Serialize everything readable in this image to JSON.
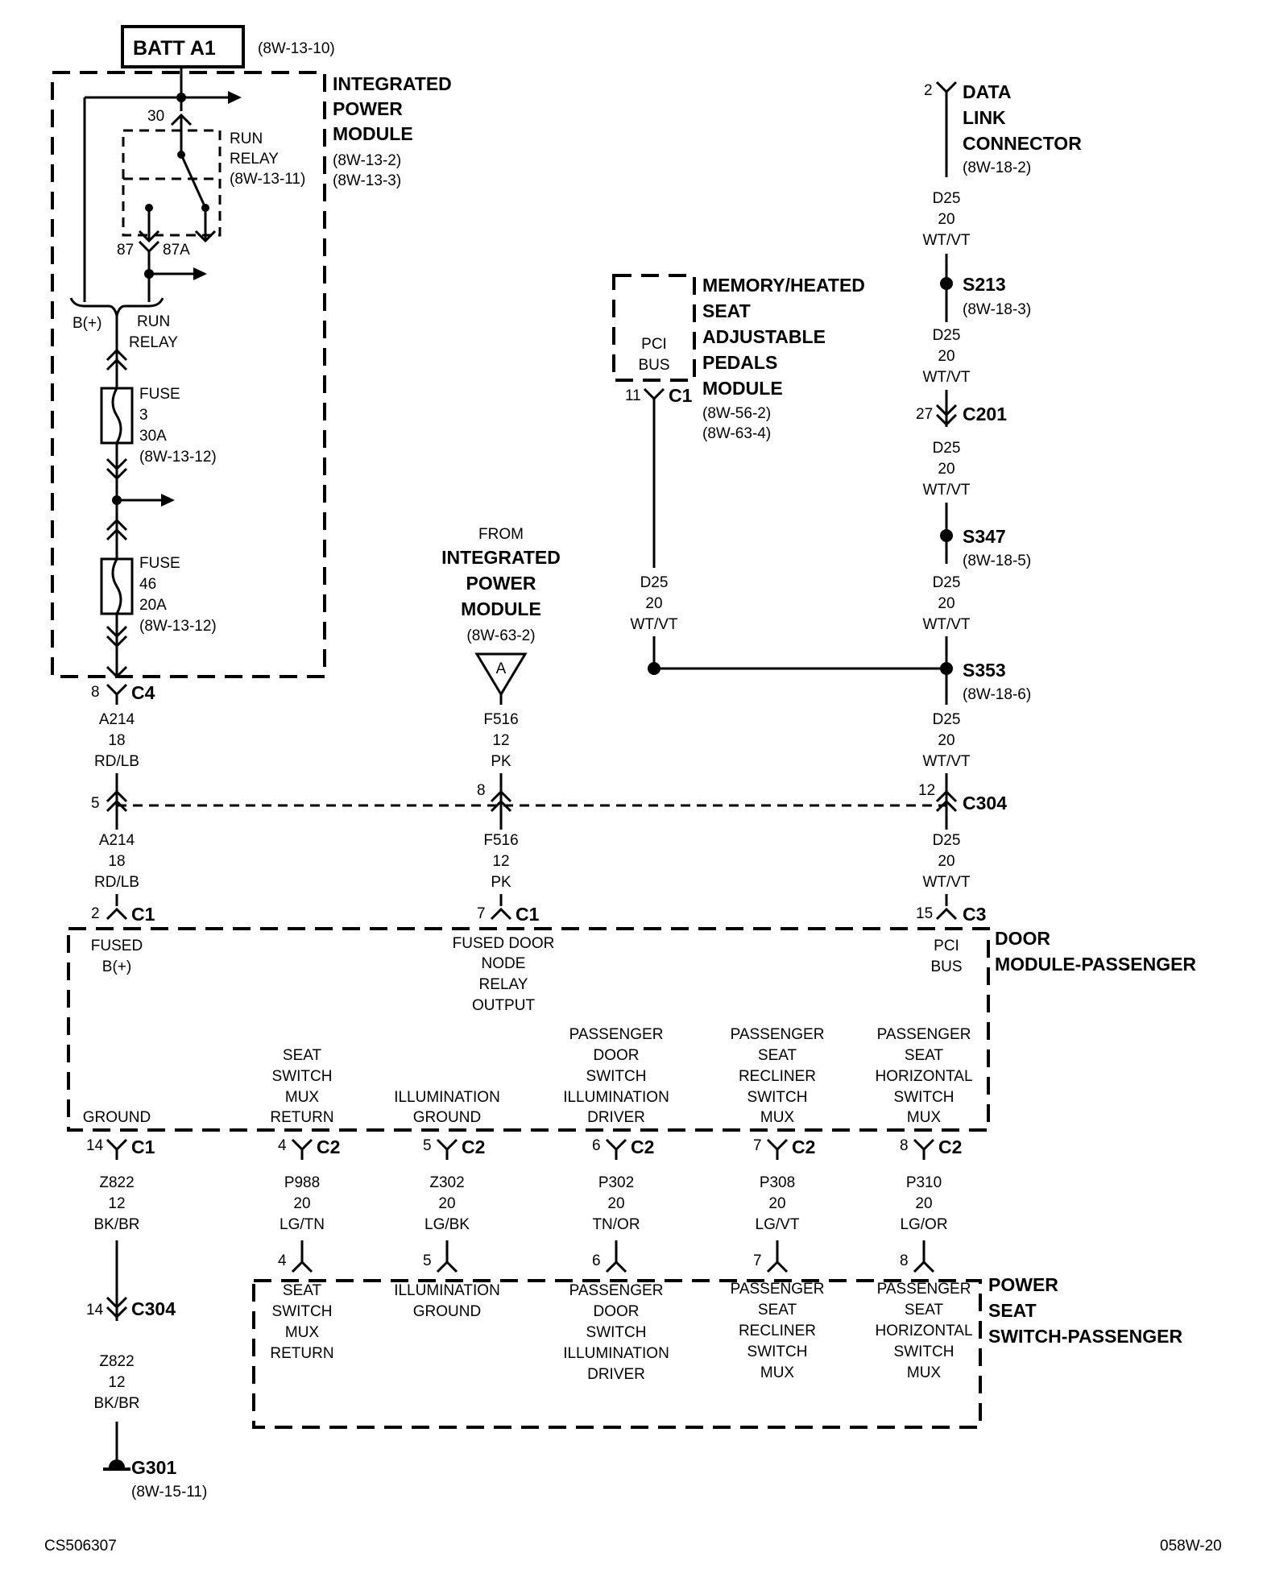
{
  "batt": {
    "name": "BATT A1",
    "ref": "(8W-13-10)"
  },
  "ipm": {
    "l1": "INTEGRATED",
    "l2": "POWER",
    "l3": "MODULE",
    "ref1": "(8W-13-2)",
    "ref2": "(8W-13-3)"
  },
  "run_relay": {
    "pin30": "30",
    "l1": "RUN",
    "l2": "RELAY",
    "ref": "(8W-13-11)",
    "pin87": "87",
    "pin87a": "87A"
  },
  "bplus": {
    "label": "B(+)",
    "l1": "RUN",
    "l2": "RELAY"
  },
  "fuse3": {
    "l1": "FUSE",
    "num": "3",
    "amp": "30A",
    "ref": "(8W-13-12)"
  },
  "fuse46": {
    "l1": "FUSE",
    "num": "46",
    "amp": "20A",
    "ref": "(8W-13-12)"
  },
  "c4": {
    "pin": "8",
    "name": "C4"
  },
  "wire_a214": {
    "code": "A214",
    "gauge": "18",
    "color": "RD/LB"
  },
  "from_ipm": {
    "from": "FROM",
    "l1": "INTEGRATED",
    "l2": "POWER",
    "l3": "MODULE",
    "ref": "(8W-63-2)",
    "tri": "A"
  },
  "wire_f516": {
    "code": "F516",
    "gauge": "12",
    "color": "PK"
  },
  "dlc": {
    "pin": "2",
    "l1": "DATA",
    "l2": "LINK",
    "l3": "CONNECTOR",
    "ref": "(8W-18-2)"
  },
  "wire_d25": {
    "code": "D25",
    "gauge": "20",
    "color": "WT/VT"
  },
  "s213": {
    "name": "S213",
    "ref": "(8W-18-3)"
  },
  "c201": {
    "pin": "27",
    "name": "C201"
  },
  "s347": {
    "name": "S347",
    "ref": "(8W-18-5)"
  },
  "s353": {
    "name": "S353",
    "ref": "(8W-18-6)"
  },
  "memseat": {
    "l1": "MEMORY/HEATED",
    "l2": "SEAT",
    "l3": "ADJUSTABLE",
    "l4": "PEDALS",
    "l5": "MODULE",
    "ref1": "(8W-56-2)",
    "ref2": "(8W-63-4)",
    "pci1": "PCI",
    "pci2": "BUS",
    "pin": "11",
    "conn": "C1"
  },
  "c304": {
    "pin5": "5",
    "pin8": "8",
    "pin12": "12",
    "pin14": "14",
    "name": "C304"
  },
  "door_module": {
    "l1": "DOOR",
    "l2": "MODULE-PASSENGER",
    "c1a": {
      "pin": "2",
      "conn": "C1",
      "l1": "FUSED",
      "l2": "B(+)"
    },
    "c1b": {
      "pin": "7",
      "conn": "C1",
      "l1": "FUSED DOOR",
      "l2": "NODE",
      "l3": "RELAY",
      "l4": "OUTPUT"
    },
    "c3": {
      "pin": "15",
      "conn": "C3",
      "l1": "PCI",
      "l2": "BUS"
    },
    "ground": {
      "label": "GROUND",
      "pin": "14",
      "conn": "C1"
    },
    "p4": {
      "pin": "4",
      "conn": "C2",
      "l1": "SEAT",
      "l2": "SWITCH",
      "l3": "MUX",
      "l4": "RETURN"
    },
    "p5": {
      "pin": "5",
      "conn": "C2",
      "l1": "ILLUMINATION",
      "l2": "GROUND"
    },
    "p6": {
      "pin": "6",
      "conn": "C2",
      "l1": "PASSENGER",
      "l2": "DOOR",
      "l3": "SWITCH",
      "l4": "ILLUMINATION",
      "l5": "DRIVER"
    },
    "p7": {
      "pin": "7",
      "conn": "C2",
      "l1": "PASSENGER",
      "l2": "SEAT",
      "l3": "RECLINER",
      "l4": "SWITCH",
      "l5": "MUX"
    },
    "p8": {
      "pin": "8",
      "conn": "C2",
      "l1": "PASSENGER",
      "l2": "SEAT",
      "l3": "HORIZONTAL",
      "l4": "SWITCH",
      "l5": "MUX"
    }
  },
  "wires_bottom": {
    "z822": {
      "code": "Z822",
      "gauge": "12",
      "color": "BK/BR"
    },
    "p988": {
      "code": "P988",
      "gauge": "20",
      "color": "LG/TN"
    },
    "z302": {
      "code": "Z302",
      "gauge": "20",
      "color": "LG/BK"
    },
    "p302": {
      "code": "P302",
      "gauge": "20",
      "color": "TN/OR"
    },
    "p308": {
      "code": "P308",
      "gauge": "20",
      "color": "LG/VT"
    },
    "p310": {
      "code": "P310",
      "gauge": "20",
      "color": "LG/OR"
    }
  },
  "pss": {
    "l1": "POWER",
    "l2": "SEAT",
    "l3": "SWITCH-PASSENGER",
    "p4": {
      "pin": "4",
      "l1": "SEAT",
      "l2": "SWITCH",
      "l3": "MUX",
      "l4": "RETURN"
    },
    "p5": {
      "pin": "5",
      "l1": "ILLUMINATION",
      "l2": "GROUND"
    },
    "p6": {
      "pin": "6",
      "l1": "PASSENGER",
      "l2": "DOOR",
      "l3": "SWITCH",
      "l4": "ILLUMINATION",
      "l5": "DRIVER"
    },
    "p7": {
      "pin": "7",
      "l1": "PASSENGER",
      "l2": "SEAT",
      "l3": "RECLINER",
      "l4": "SWITCH",
      "l5": "MUX"
    },
    "p8": {
      "pin": "8",
      "l1": "PASSENGER",
      "l2": "SEAT",
      "l3": "HORIZONTAL",
      "l4": "SWITCH",
      "l5": "MUX"
    }
  },
  "g301": {
    "name": "G301",
    "ref": "(8W-15-11)"
  },
  "footer": {
    "left": "CS506307",
    "right": "058W-20"
  }
}
